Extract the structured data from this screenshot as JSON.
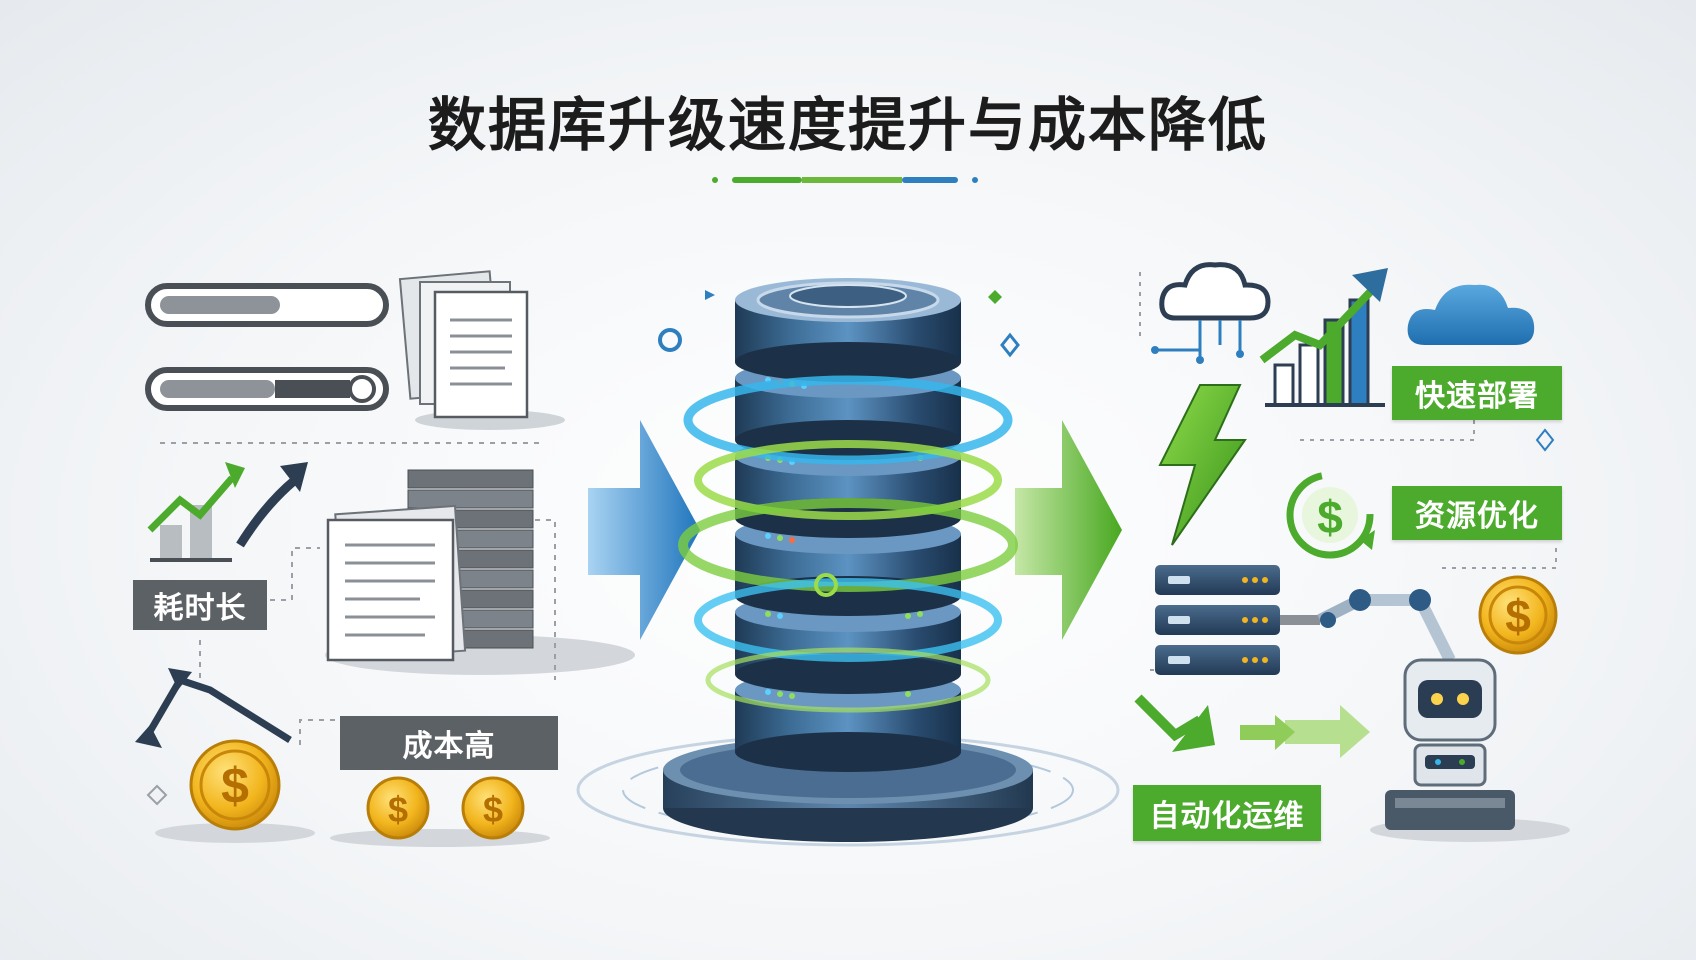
{
  "title": "数据库升级速度提升与成本降低",
  "left_labels": {
    "time": "耗时长",
    "cost": "成本高"
  },
  "right_labels": {
    "deploy": "快速部署",
    "resource": "资源优化",
    "ops": "自动化运维"
  },
  "icons": {
    "currency_symbol": "$",
    "cloud_currency_symbol": "$"
  },
  "colors": {
    "blue_accent": "#2e7fc0",
    "green_accent": "#4caa2c",
    "gray_label": "#5c6166",
    "gold": "#f2b51d"
  }
}
